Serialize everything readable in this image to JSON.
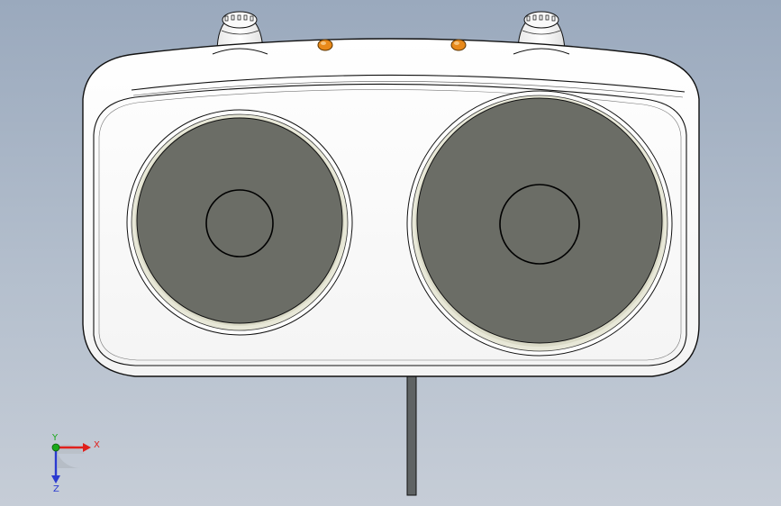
{
  "viewport": {
    "background_top": "#9aa9bd",
    "background_bottom": "#c6cdd7"
  },
  "model": {
    "body_color": "#ffffff",
    "outline_color": "#000000",
    "burner_color": "#6b6d66",
    "burner_ring_color": "#e6e6d6",
    "indicator_color": "#e8891a",
    "burners": [
      {
        "name": "left-burner"
      },
      {
        "name": "right-burner"
      }
    ],
    "knobs": [
      {
        "name": "left-knob"
      },
      {
        "name": "right-knob"
      }
    ],
    "indicator_lights": [
      {
        "name": "left-indicator-light"
      },
      {
        "name": "right-indicator-light"
      }
    ]
  },
  "triad": {
    "x_label": "X",
    "y_label": "Y",
    "z_label": "Z",
    "x_color": "#e0201c",
    "y_color": "#1aa81a",
    "z_color": "#2a3ad0"
  }
}
